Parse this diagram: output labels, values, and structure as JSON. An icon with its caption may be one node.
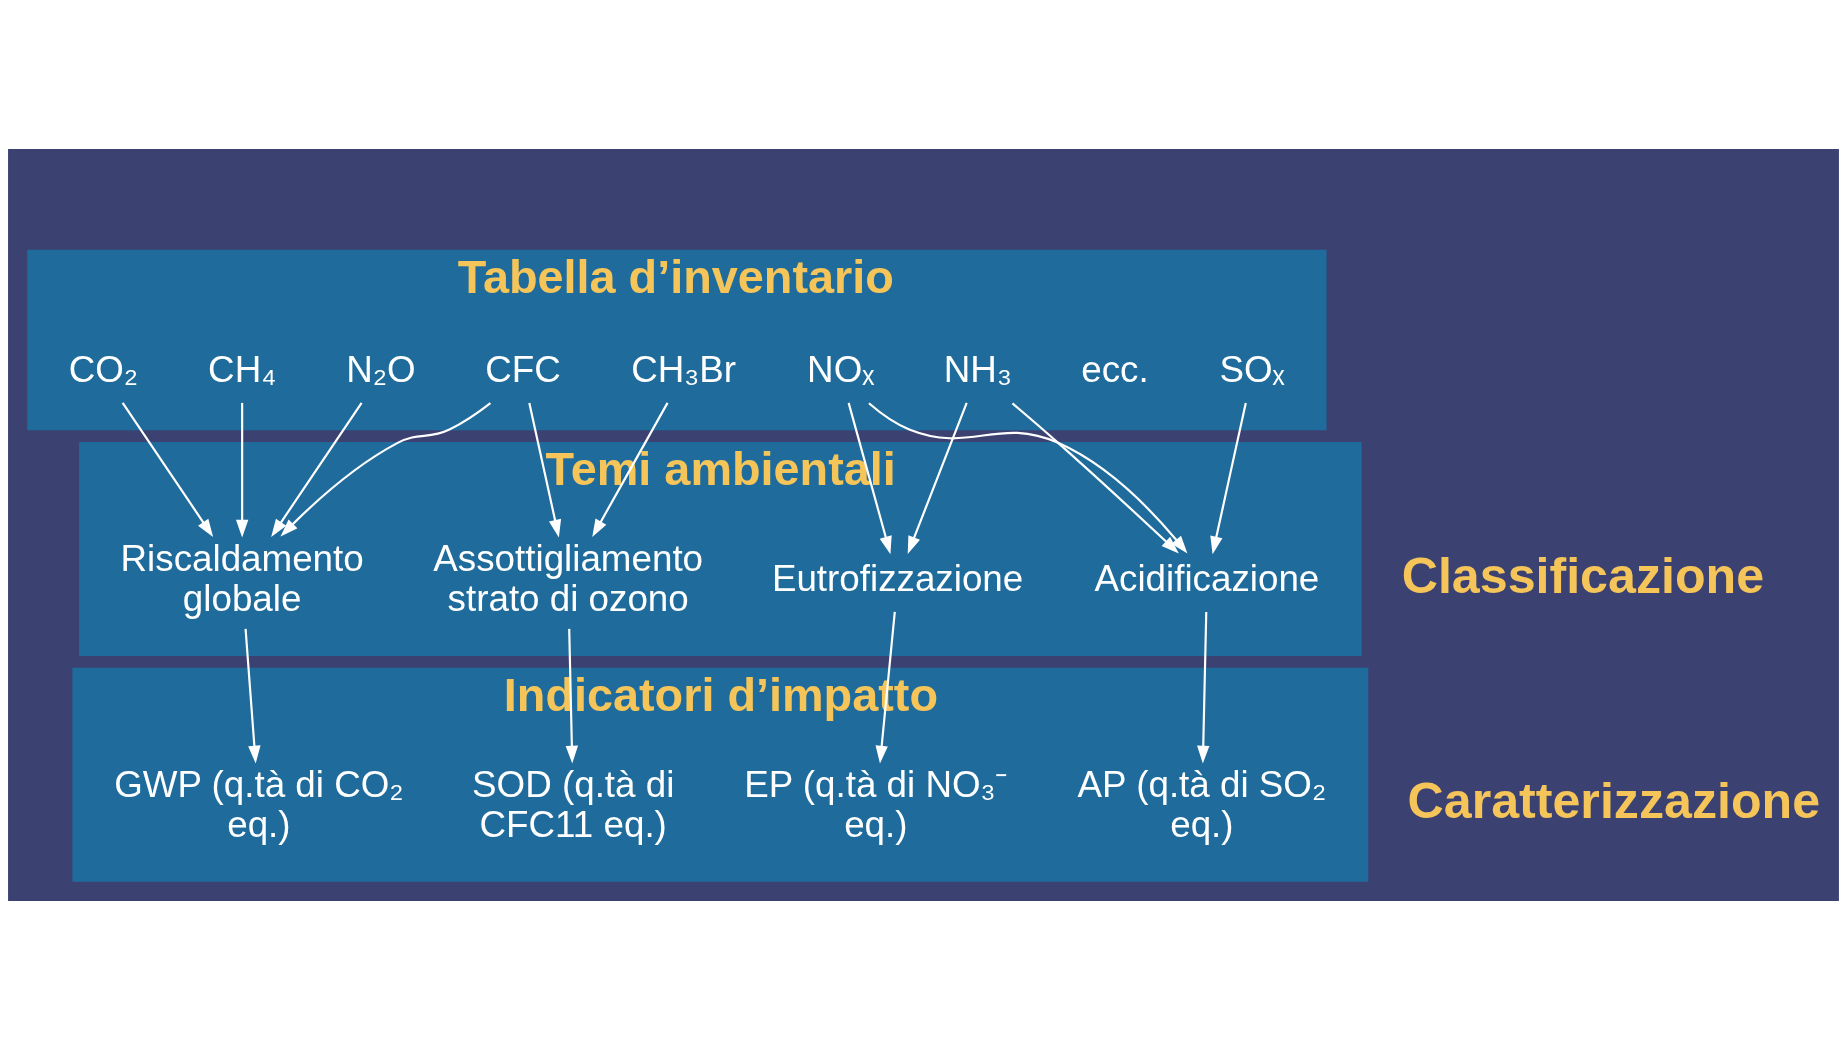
{
  "diagram": {
    "nodes": [
      {
        "text": [
          "Tabella d’inventario"
        ]
      },
      {
        "text": [
          "CO₂"
        ],
        "in": 0
      },
      {
        "text": [
          "CH₄"
        ],
        "in": 0
      },
      {
        "text": [
          "CFC"
        ],
        "in": 0
      },
      {
        "text": [
          "N₂O"
        ],
        "in": 0
      },
      {
        "text": [
          "CH₃Br"
        ],
        "in": 0
      },
      {
        "text": [
          "NOₓ"
        ],
        "in": 0
      },
      {
        "text": [
          "SOₓ"
        ],
        "in": 0
      },
      {
        "text": [
          "NH₃"
        ],
        "in": 0
      },
      {
        "text": [
          "ecc."
        ],
        "in": 0
      },
      {
        "text": [
          "Temi ambientali"
        ]
      },
      {
        "text": [
          "Riscaldamento globale"
        ],
        "in": 10
      },
      {
        "text": [
          "Assottigliamento strato di ozono"
        ],
        "in": 10
      },
      {
        "text": [
          "Acidificazione"
        ],
        "in": 10
      },
      {
        "text": [
          "Eutrofizzazione"
        ],
        "in": 10
      },
      {
        "text": [
          "Indicatori d’impatto"
        ]
      },
      {
        "text": [
          "GWP (q.tà di CO₂ eq.)"
        ],
        "in": 15
      },
      {
        "text": [
          "SOD (q.tà di CFC11 eq.)"
        ],
        "in": 15
      },
      {
        "text": [
          "AP (q.tà di SO₂ eq.)"
        ],
        "in": 15
      },
      {
        "text": [
          "EP (q.tà di NO₃⁻ eq.)"
        ],
        "in": 15
      }
    ],
    "edges": [
      {
        "from": 1,
        "to": 11,
        "arrow": "to"
      },
      {
        "from": 2,
        "to": 11,
        "arrow": "to"
      },
      {
        "from": 3,
        "to": 11,
        "arrow": "to"
      },
      {
        "from": 3,
        "to": 12,
        "arrow": "to"
      },
      {
        "from": 4,
        "to": 11,
        "arrow": "to"
      },
      {
        "from": 5,
        "to": 12,
        "arrow": "to"
      },
      {
        "from": 6,
        "to": 13,
        "arrow": "to"
      },
      {
        "from": 6,
        "to": 14,
        "arrow": "to"
      },
      {
        "from": 7,
        "to": 13,
        "arrow": "to"
      },
      {
        "from": 8,
        "to": 13,
        "arrow": "to"
      },
      {
        "from": 8,
        "to": 14,
        "arrow": "to"
      },
      {
        "from": 11,
        "to": 16,
        "arrow": "to"
      },
      {
        "from": 12,
        "to": 17,
        "arrow": "to"
      },
      {
        "from": 13,
        "to": 18,
        "arrow": "to"
      },
      {
        "from": 14,
        "to": 19,
        "arrow": "to"
      }
    ],
    "labels": [
      "Classificazione",
      "Caratterizzazione"
    ]
  }
}
